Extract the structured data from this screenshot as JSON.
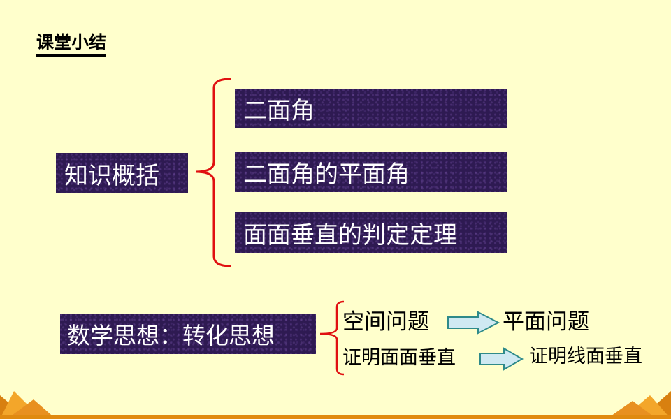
{
  "slide": {
    "title": "课堂小结"
  },
  "knowledge": {
    "label": "知识概括",
    "items": [
      {
        "text": "二面角"
      },
      {
        "text": "二面角的平面角"
      },
      {
        "text": "面面垂直的判定定理"
      }
    ]
  },
  "thinking": {
    "label": "数学思想：转化思想",
    "transforms": [
      {
        "from": "空间问题",
        "to": "平面问题"
      },
      {
        "from": "证明面面垂直",
        "to": "证明线面垂直"
      }
    ]
  },
  "colors": {
    "background": "#ffffcc",
    "box_fill": "#2e1a52",
    "bracket": "#e01010",
    "arrow_fill": "#cfe9f2",
    "arrow_stroke": "#2e8a8a",
    "corner_orange": "#f0a020"
  }
}
